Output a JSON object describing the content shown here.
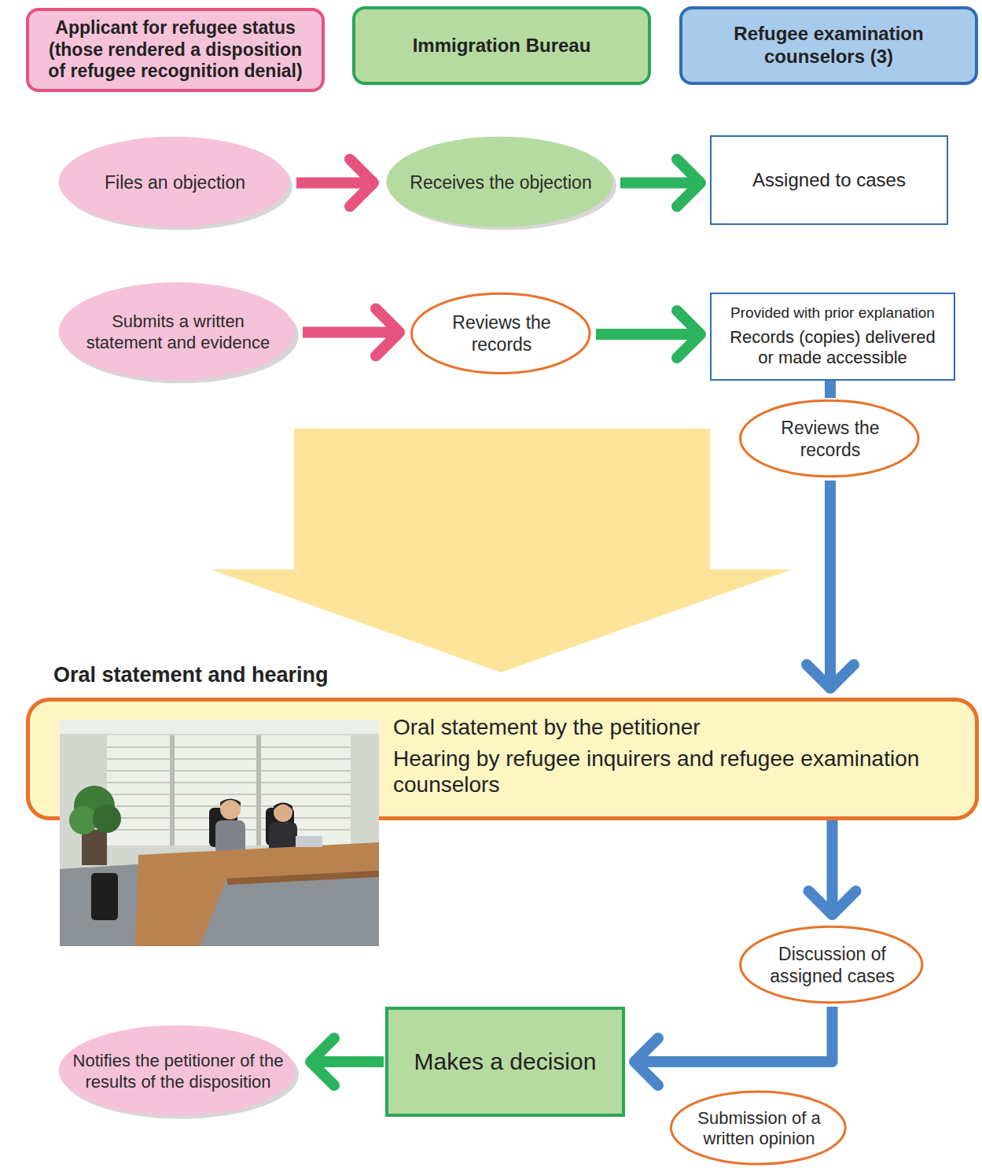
{
  "diagram": {
    "nodes": [
      {
        "text": [
          "Applicant for refugee status (those rendered a disposition of refugee recognition denial)"
        ]
      },
      {
        "text": [
          "Immigration Bureau"
        ]
      },
      {
        "text": [
          "Refugee examination counselors (3)"
        ]
      },
      {
        "text": [
          "Files an objection"
        ]
      },
      {
        "text": [
          "Receives the objection"
        ]
      },
      {
        "text": [
          "Assigned to cases"
        ]
      },
      {
        "text": [
          "Submits a written statement and evidence"
        ]
      },
      {
        "text": [
          "Reviews the records"
        ]
      },
      {
        "text": [
          "Provided with prior explanation",
          "Records (copies) delivered or made accessible"
        ]
      },
      {
        "text": [
          "Reviews the records"
        ]
      },
      {
        "text": [
          "Oral statement and hearing",
          "Oral statement by the petitioner",
          "Hearing by refugee inquirers and refugee examination counselors"
        ]
      },
      {
        "text": [
          "Discussion of assigned cases"
        ]
      },
      {
        "text": [
          "Makes a decision"
        ]
      },
      {
        "text": [
          "Notifies the petitioner of the results of the disposition"
        ]
      },
      {
        "text": [
          "Submission of a written opinion"
        ]
      }
    ],
    "edges": [
      {
        "from": 3,
        "to": 4,
        "arrow": "to"
      },
      {
        "from": 4,
        "to": 5,
        "arrow": "to"
      },
      {
        "from": 6,
        "to": 7,
        "arrow": "to"
      },
      {
        "from": 7,
        "to": 8,
        "arrow": "to"
      },
      {
        "from": 8,
        "to": 9,
        "arrow": "none"
      },
      {
        "from": 9,
        "to": 10,
        "arrow": "to"
      },
      {
        "from": 10,
        "to": 11,
        "arrow": "to"
      },
      {
        "from": 11,
        "to": 12,
        "arrow": "to"
      },
      {
        "from": 12,
        "to": 13,
        "arrow": "to"
      }
    ]
  }
}
